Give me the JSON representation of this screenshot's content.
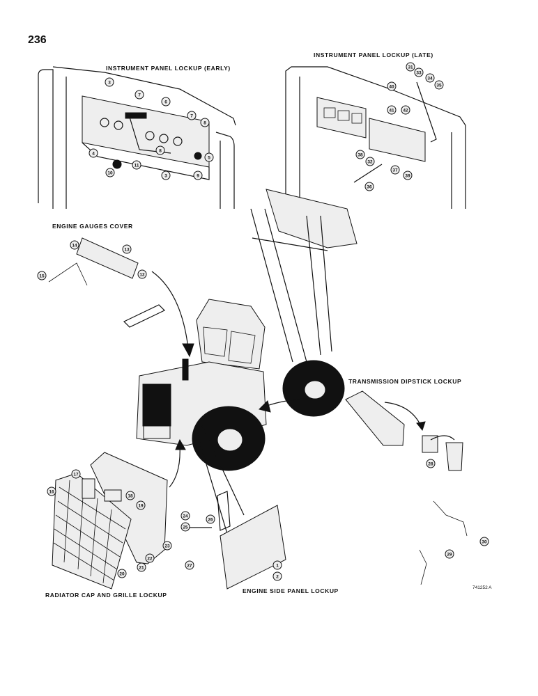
{
  "page_number": "236",
  "reference_code": "741252 A",
  "section_titles": {
    "panel_early": "INSTRUMENT PANEL LOCKUP (EARLY)",
    "panel_late": "INSTRUMENT PANEL LOCKUP (LATE)",
    "engine_gauges": "ENGINE GAUGES COVER",
    "transmission_dipstick": "TRANSMISSION DIPSTICK LOCKUP",
    "radiator": "RADIATOR CAP AND GRILLE LOCKUP",
    "engine_side_panel": "ENGINE SIDE PANEL LOCKUP"
  },
  "callouts": {
    "early": [
      "3",
      "7",
      "6",
      "7",
      "8",
      "8",
      "5",
      "4",
      "11",
      "10",
      "3",
      "9"
    ],
    "late": [
      "31",
      "33",
      "34",
      "35",
      "40",
      "41",
      "42",
      "38",
      "32",
      "37",
      "39",
      "36"
    ],
    "gauges": [
      "14",
      "13",
      "15",
      "12"
    ],
    "radiator": [
      "17",
      "16",
      "18",
      "19",
      "23",
      "22",
      "21",
      "20"
    ],
    "side_panel": [
      "24",
      "25",
      "26",
      "27",
      "1",
      "2"
    ],
    "dipstick": [
      "28",
      "30",
      "29"
    ]
  }
}
